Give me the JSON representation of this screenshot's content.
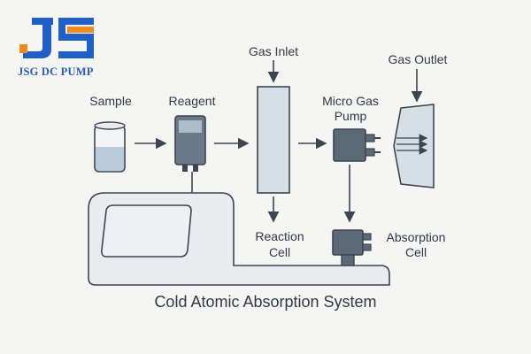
{
  "brand": {
    "wordmark": "JSG DC PUMP",
    "colors": {
      "blue": "#1f5fc8",
      "orange": "#f08a1c",
      "text_blue": "#2a5cb8",
      "text_orange": "#e07b14"
    }
  },
  "labels": {
    "sample": "Sample",
    "reagent": "Reagent",
    "gas_inlet": "Gas Inlet",
    "gas_outlet": "Gas Outlet",
    "micro_gas_pump_1": "Micro Gas",
    "micro_gas_pump_2": "Pump",
    "reaction_cell_1": "Reaction",
    "reaction_cell_2": "Cell",
    "absorption_cell_1": "Absorption",
    "absorption_cell_2": "Cell"
  },
  "caption": "Cold Atomic Absorption System",
  "colors": {
    "outline": "#3c4650",
    "fill_light": "#e9ecef",
    "fill_pale_blue": "#d6dfe7",
    "pump_dark": "#5c6a78",
    "liquid": "#b9ccdb",
    "background": "#f5f5f3"
  }
}
